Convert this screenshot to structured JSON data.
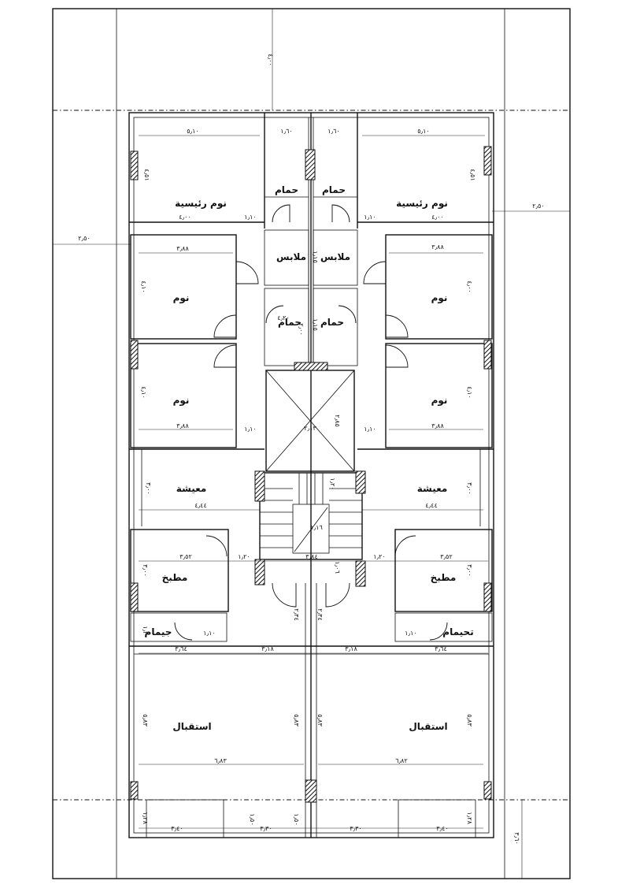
{
  "rooms": {
    "master_bedroom": "نوم رئيسية",
    "bathroom": "حمام",
    "dressing": "ملابس",
    "bedroom": "نوم",
    "living": "معيشة",
    "kitchen": "مطبخ",
    "guest_bath": "جيمام",
    "guest_bath_right": "تحيمام",
    "reception": "استقبال"
  },
  "dimensions": {
    "d_510": "٥٫١٠",
    "d_160": "١٫٦٠",
    "d_451": "٤٫٥١",
    "d_400": "٤٫٠٠",
    "d_110": "١٫١٠",
    "d_250": "٢٫٥٠",
    "d_388": "٣٫٨٨",
    "d_410": "٤٫١٠",
    "d_115": "١٫١٥",
    "d_200": "٢٫٠٠",
    "d_185": "٢٫٨٥",
    "d_213": "٢٫١٣",
    "d_444": "٤٫٤٤",
    "d_300": "٣٫٠٠",
    "d_120": "١٫٢٠",
    "d_352": "٣٫٥٢",
    "d_184": "٣٫٨٤",
    "d_116": "١٫١٦",
    "d_106": "١٫٠٦",
    "d_234": "٢٫٣٤",
    "d_364": "٣٫٦٤",
    "d_318": "٣٫١٨",
    "d_683": "٦٫٨٣",
    "d_583": "٥٫٨٣",
    "d_682": "٦٫٨٢",
    "d_128": "١٫٢٨",
    "d_340": "٣٫٤٠",
    "d_150": "١٫٥٠",
    "d_330": "٣٫٣٠",
    "d_360": "٣٫٦٠",
    "d_108": "١٫٠٨",
    "d_420": "٤٫٢٠"
  }
}
